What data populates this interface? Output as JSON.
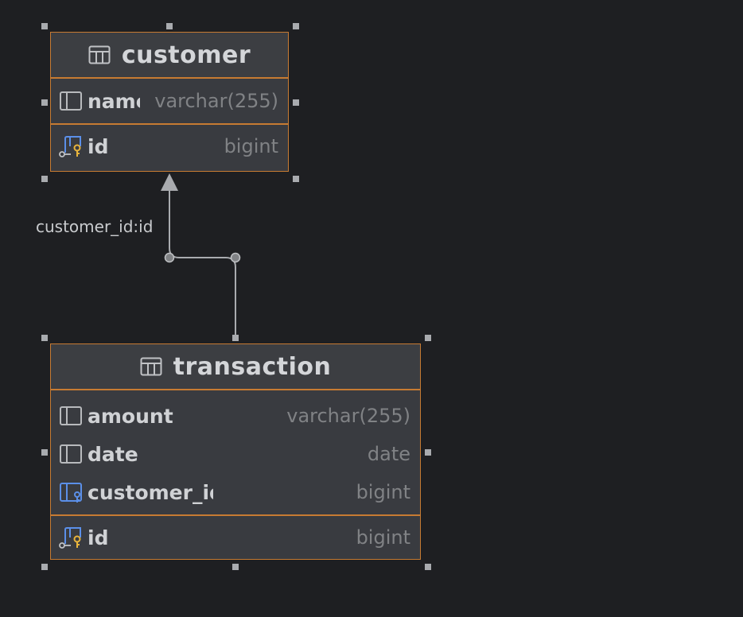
{
  "tables": {
    "customer": {
      "name": "customer",
      "columns": [
        {
          "name": "name",
          "type": "varchar(255)"
        }
      ],
      "keys": [
        {
          "name": "id",
          "type": "bigint"
        }
      ]
    },
    "transaction": {
      "name": "transaction",
      "columns": [
        {
          "name": "amount",
          "type": "varchar(255)"
        },
        {
          "name": "date",
          "type": "date"
        },
        {
          "name": "customer_id",
          "type": "bigint"
        }
      ],
      "keys": [
        {
          "name": "id",
          "type": "bigint"
        }
      ]
    }
  },
  "relationship": {
    "label": "customer_id:id"
  },
  "colors": {
    "background": "#1e1f22",
    "table_fill": "#393b40",
    "table_border": "#c77b32",
    "connector": "#a9abaf",
    "key_icon": "#e8b43c",
    "fk_icon": "#5b8fe8"
  }
}
